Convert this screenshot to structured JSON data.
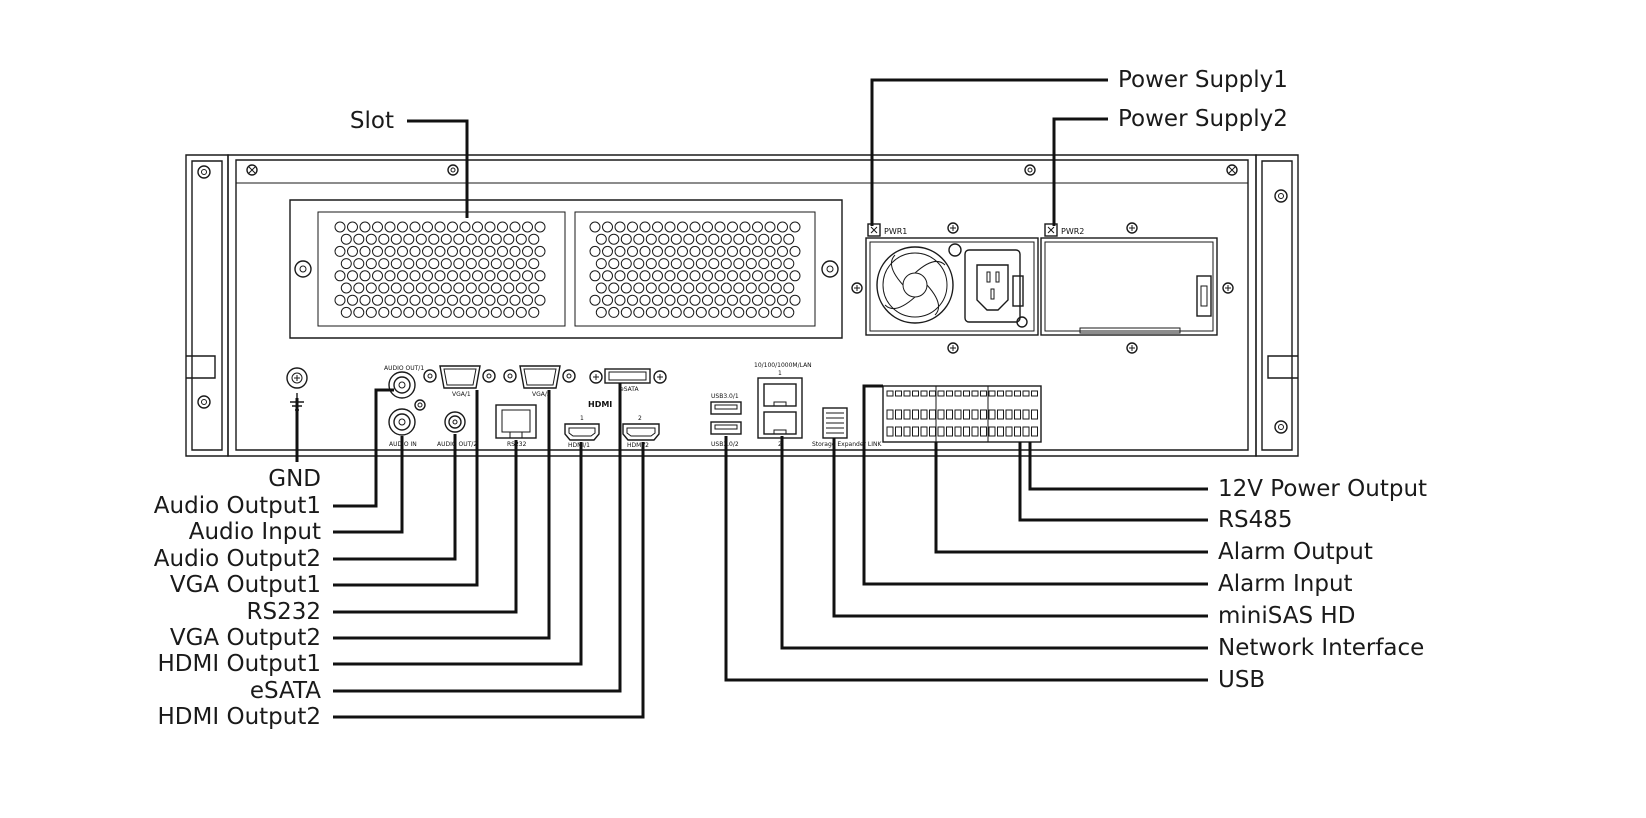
{
  "labels_top": [
    "Power Supply1",
    "Power Supply2",
    "Slot"
  ],
  "labels_left": [
    "GND",
    "Audio Output1",
    "Audio Input",
    "Audio Output2",
    "VGA Output1",
    "RS232",
    "VGA Output2",
    "HDMI Output1",
    "eSATA",
    "HDMI Output2"
  ],
  "labels_right": [
    "12V Power Output",
    "RS485",
    "Alarm Output",
    "Alarm Input",
    "miniSAS HD",
    "Network Interface",
    "USB"
  ],
  "panel_markings": {
    "pwr1": "PWR1",
    "pwr2": "PWR2",
    "audio_out1": "AUDIO OUT/1",
    "audio_in": "AUDIO IN",
    "audio_out2": "AUDIO OUT/2",
    "vga1": "VGA/1",
    "vga2": "VGA/2",
    "rs232": "RS232",
    "esata": "eSATA",
    "hdmi_logo": "HDMI",
    "hdmi1_num": "1",
    "hdmi2_num": "2",
    "hdmi1": "HDMI/1",
    "hdmi2": "HDMI/2",
    "usb1": "USB3.0/1",
    "usb2": "USB3.0/2",
    "lan_header": "10/100/1000M/LAN",
    "lan_num1": "1",
    "lan_num2": "2",
    "storage_expander": "Storage Expander LINK"
  }
}
